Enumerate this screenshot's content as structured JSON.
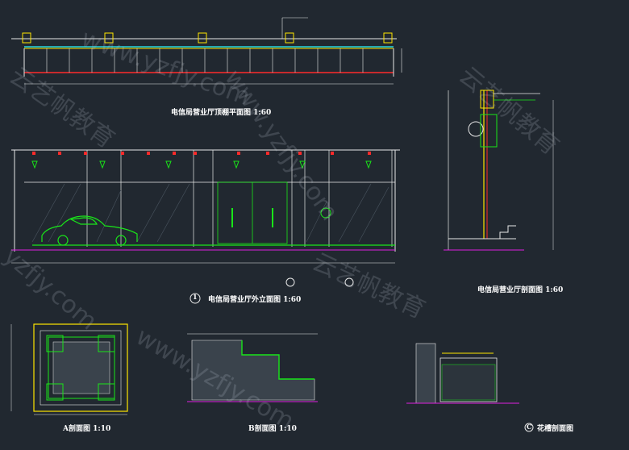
{
  "titles": {
    "plan": "电信局营业厅顶棚平面图 1:60",
    "elevation": "电信局营业厅外立面图 1:60",
    "section": "电信局营业厅剖面图 1:60",
    "detail_a": "A剖面图 1:10",
    "detail_b": "B剖面图 1:10",
    "detail_c": "花槽剖面图"
  },
  "markers": {
    "elevation_circle": "1",
    "detail_c_circle": "C"
  },
  "watermarks": [
    "www.yzfjy.com",
    "云艺帆教育",
    "www.yzfjy.com",
    "云艺帆教育",
    "yzfjy.com",
    "云艺帆教育",
    "www.yzfjy.com"
  ],
  "colors": {
    "background": "#212830",
    "line_white": "#e8e8e8",
    "line_green": "#19e619",
    "line_yellow": "#ffe600",
    "line_red": "#ff2a2a",
    "line_cyan": "#22d5e0",
    "line_magenta": "#e020e0",
    "line_blue": "#3a5cff"
  }
}
